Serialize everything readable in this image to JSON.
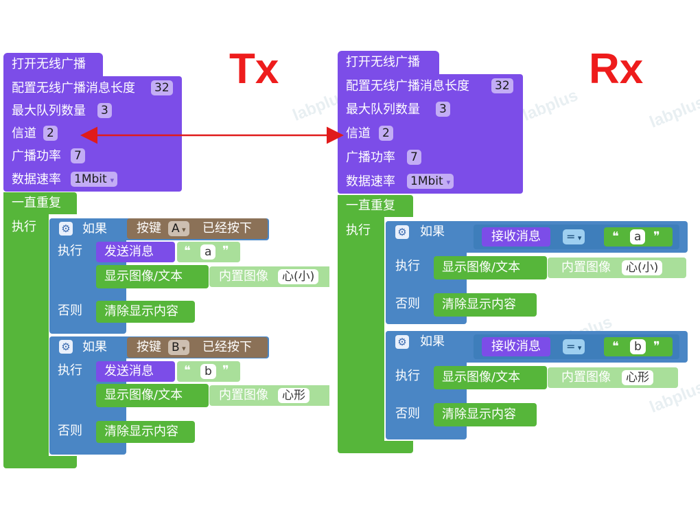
{
  "titles": {
    "tx": "Tx",
    "rx": "Rx"
  },
  "watermark": "labplus",
  "colors": {
    "radio_block": "#7c4de8",
    "loop_block": "#56b63a",
    "if_block": "#4a86c5",
    "button_block": "#8b7157",
    "light_green": "#a9df9a",
    "title_red": "#ee1c1c",
    "arrow": "#e01b1b"
  },
  "tx": {
    "radio": {
      "open": "打开无线广播",
      "length_label": "配置无线广播消息长度",
      "length_value": "32",
      "queue_label": "最大队列数量",
      "queue_value": "3",
      "channel_label": "信道",
      "channel_value": "2",
      "power_label": "广播功率",
      "power_value": "7",
      "rate_label": "数据速率",
      "rate_value": "1Mbit"
    },
    "loop_label": "一直重复",
    "do_label": "执行",
    "if1": {
      "if_label": "如果",
      "key_label": "按键",
      "key_value": "A",
      "pressed_label": "已经按下",
      "do_label": "执行",
      "send_label": "发送消息",
      "send_value": "a",
      "show_label": "显示图像/文本",
      "image_label": "内置图像",
      "image_value": "心(小)",
      "else_label": "否则",
      "clear_label": "清除显示内容"
    },
    "if2": {
      "if_label": "如果",
      "key_label": "按键",
      "key_value": "B",
      "pressed_label": "已经按下",
      "do_label": "执行",
      "send_label": "发送消息",
      "send_value": "b",
      "show_label": "显示图像/文本",
      "image_label": "内置图像",
      "image_value": "心形",
      "else_label": "否则",
      "clear_label": "清除显示内容"
    }
  },
  "rx": {
    "radio": {
      "open": "打开无线广播",
      "length_label": "配置无线广播消息长度",
      "length_value": "32",
      "queue_label": "最大队列数量",
      "queue_value": "3",
      "channel_label": "信道",
      "channel_value": "2",
      "power_label": "广播功率",
      "power_value": "7",
      "rate_label": "数据速率",
      "rate_value": "1Mbit"
    },
    "loop_label": "一直重复",
    "do_label": "执行",
    "if1": {
      "if_label": "如果",
      "recv_label": "接收消息",
      "op": "=",
      "value": "a",
      "do_label": "执行",
      "show_label": "显示图像/文本",
      "image_label": "内置图像",
      "image_value": "心(小)",
      "else_label": "否则",
      "clear_label": "清除显示内容"
    },
    "if2": {
      "if_label": "如果",
      "recv_label": "接收消息",
      "op": "=",
      "value": "b",
      "do_label": "执行",
      "show_label": "显示图像/文本",
      "image_label": "内置图像",
      "image_value": "心形",
      "else_label": "否则",
      "clear_label": "清除显示内容"
    }
  }
}
